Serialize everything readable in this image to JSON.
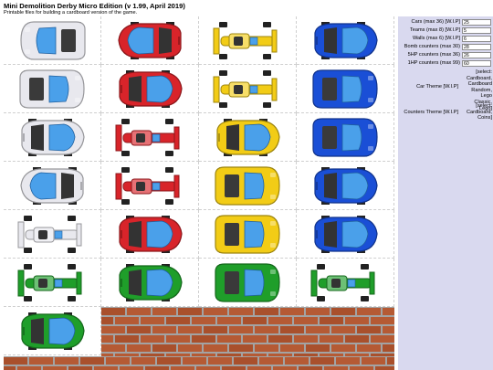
{
  "page": {
    "title": "Mini Demolition Derby Micro Edition (v 1.99, April 2019)",
    "subtitle": "Printable files for building a cardboard version of the game."
  },
  "settings": {
    "fields": [
      {
        "label": "Cars (max 36) [W.I.P]",
        "value": "25"
      },
      {
        "label": "Teams (max 8) [W.I.P]",
        "value": "5"
      },
      {
        "label": "Walls (max 6) [W.I.P]",
        "value": "6"
      },
      {
        "label": "Bomb counters (max 30)",
        "value": "28"
      },
      {
        "label": "5HP counters (max 36)",
        "value": "26"
      },
      {
        "label": "1HP counters (max 99)",
        "value": "60"
      }
    ],
    "car_theme": {
      "label": "Car Theme [W.I.P]",
      "value_text": "[select:\nCardboard,\nCardboard\nRandom, Lego\nClassic, Lego]"
    },
    "counters_theme": {
      "label": "Counters Theme [W.I.P]",
      "value_text": "[select:\nCardboard,\nCoins]"
    }
  },
  "cars": [
    {
      "color": "#e8e8ee",
      "style": "sedan",
      "flip": true
    },
    {
      "color": "#d8242a",
      "style": "sport",
      "flip": true
    },
    {
      "color": "#f2cc16",
      "style": "formula",
      "flip": false
    },
    {
      "color": "#1a4fd6",
      "style": "sport",
      "flip": false
    },
    {
      "color": "#e8e8ee",
      "style": "sedan",
      "flip": false
    },
    {
      "color": "#d8242a",
      "style": "sport",
      "flip": false
    },
    {
      "color": "#f2cc16",
      "style": "formula",
      "flip": false
    },
    {
      "color": "#1a4fd6",
      "style": "sedan",
      "flip": false
    },
    {
      "color": "#e8e8ee",
      "style": "sport",
      "flip": false
    },
    {
      "color": "#d8242a",
      "style": "formula",
      "flip": false
    },
    {
      "color": "#f2cc16",
      "style": "sport",
      "flip": false
    },
    {
      "color": "#1a4fd6",
      "style": "sedan",
      "flip": false
    },
    {
      "color": "#e8e8ee",
      "style": "sport",
      "flip": true
    },
    {
      "color": "#d8242a",
      "style": "formula",
      "flip": false
    },
    {
      "color": "#f2cc16",
      "style": "sedan",
      "flip": false
    },
    {
      "color": "#1a4fd6",
      "style": "sport",
      "flip": false
    },
    {
      "color": "#e8e8ee",
      "style": "formula",
      "flip": false
    },
    {
      "color": "#d8242a",
      "style": "sport",
      "flip": false
    },
    {
      "color": "#f2cc16",
      "style": "sedan",
      "flip": false
    },
    {
      "color": "#1a4fd6",
      "style": "sport",
      "flip": false
    },
    {
      "color": "#1f9e2a",
      "style": "formula",
      "flip": false
    },
    {
      "color": "#1f9e2a",
      "style": "sport",
      "flip": false
    },
    {
      "color": "#1f9e2a",
      "style": "sedan",
      "flip": false
    },
    {
      "color": "#1f9e2a",
      "style": "formula",
      "flip": false
    },
    {
      "color": "#1f9e2a",
      "style": "sport",
      "flip": false
    }
  ],
  "colors": {
    "panel_bg": "#d9d9ef",
    "brick": "#b55a34",
    "mortar": "#a3a3a3"
  }
}
